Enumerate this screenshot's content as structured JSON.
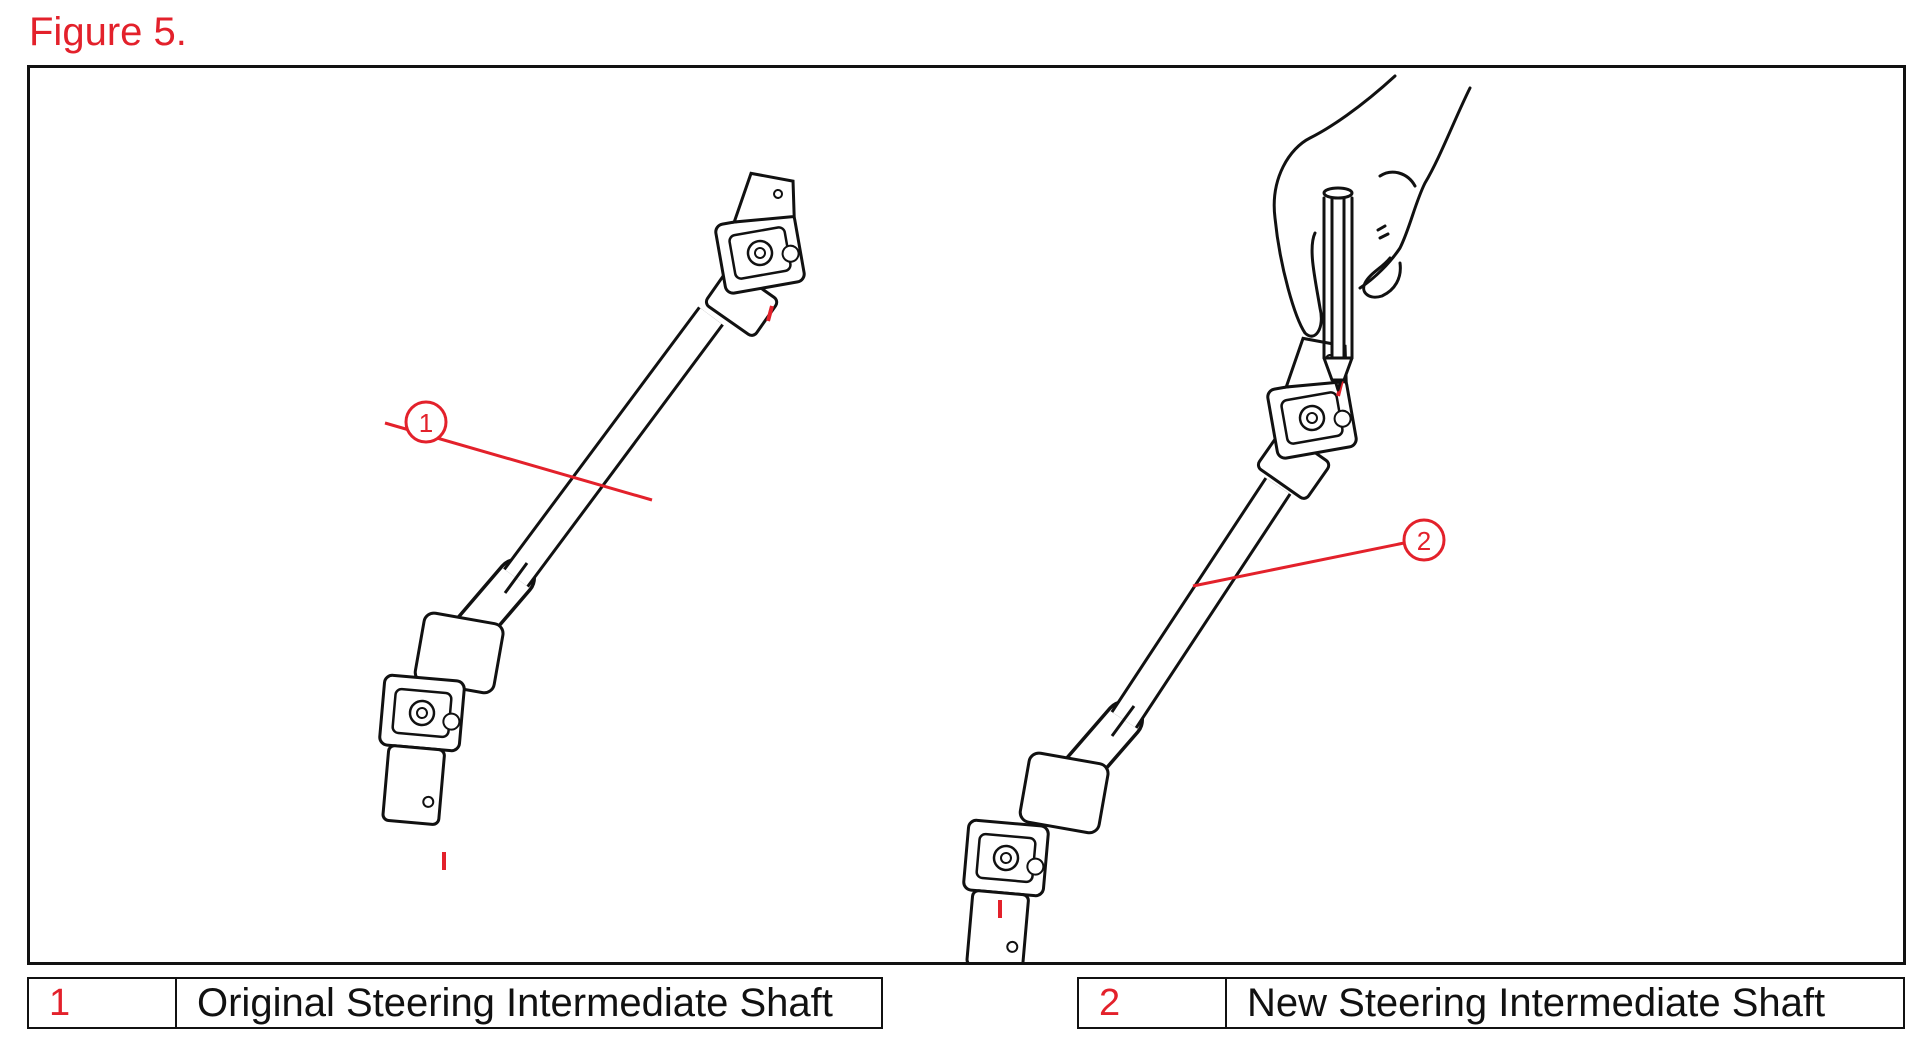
{
  "figure": {
    "title": "Figure 5.",
    "callouts": [
      {
        "number": "1"
      },
      {
        "number": "2"
      }
    ]
  },
  "legend": [
    {
      "number": "1",
      "label": "Original Steering Intermediate Shaft"
    },
    {
      "number": "2",
      "label": "New Steering Intermediate Shaft"
    }
  ],
  "colors": {
    "accent": "#e3212b",
    "line": "#111111"
  },
  "icons": [
    "steering-shaft-illustration",
    "hand-with-marker-illustration"
  ]
}
